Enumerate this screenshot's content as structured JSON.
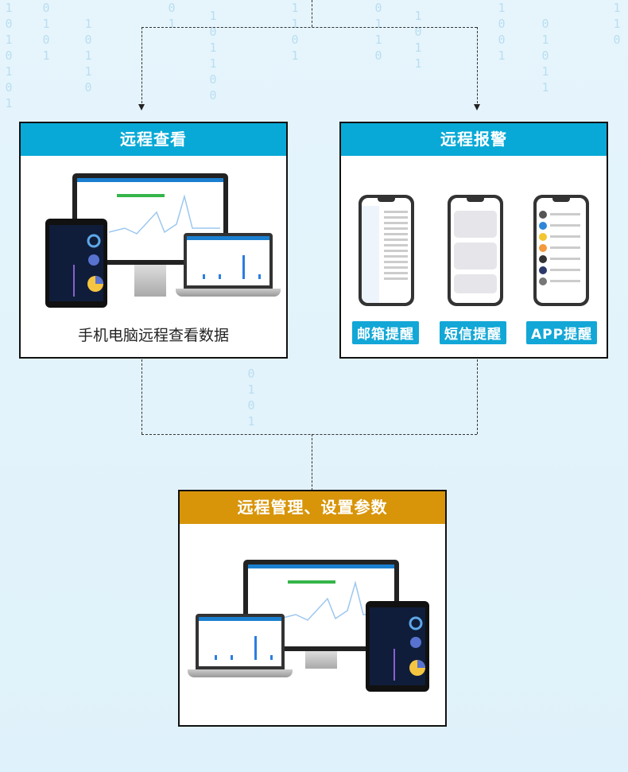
{
  "background": {
    "binary_columns": [
      "1010101",
      "0101",
      "10110",
      "01",
      "101100",
      "1101",
      "0110",
      "1011",
      "1001",
      "01011",
      "110",
      "0101"
    ]
  },
  "boxes": {
    "remote_view": {
      "title": "远程查看",
      "caption": "手机电脑远程查看数据"
    },
    "remote_alarm": {
      "title": "远程报警",
      "badges": [
        "邮箱提醒",
        "短信提醒",
        "APP提醒"
      ]
    },
    "remote_manage": {
      "title": "远程管理、设置参数"
    }
  },
  "colors": {
    "header_blue": "#08a9d6",
    "header_orange": "#d8950a",
    "badge": "#12a7d6"
  }
}
